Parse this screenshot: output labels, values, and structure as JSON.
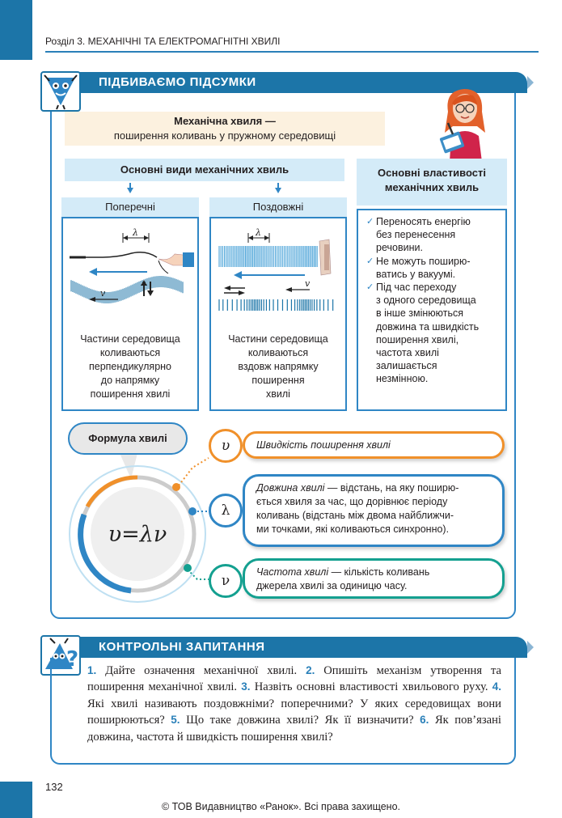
{
  "header": {
    "chapter": "Розділ 3. МЕХАНІЧНІ ТА ЕЛЕКТРОМАГНІТНІ ХВИЛІ"
  },
  "summary": {
    "section_title": "ПІДБИВАЄМО ПІДСУМКИ",
    "definition_title": "Механічна хвиля —",
    "definition_text": "поширення коливань у пружному середовищі",
    "types_title": "Основні види механічних хвиль",
    "transverse": {
      "label": "Поперечні",
      "lambda": "λ",
      "velocity": "v",
      "lines": [
        "Частини середовища",
        "коливаються",
        "перпендикулярно",
        "до напрямку",
        "поширення хвилі"
      ]
    },
    "longitudinal": {
      "label": "Поздовжні",
      "lambda": "λ",
      "velocity": "v",
      "lines": [
        "Частини середовища",
        "коливаються",
        "вздовж напрямку",
        "поширення",
        "хвилі"
      ]
    },
    "properties_title": [
      "Основні властивості",
      "механічних хвиль"
    ],
    "properties": [
      [
        "Переносять енергію",
        "без перенесення",
        "речовини."
      ],
      [
        "Не можуть поширю-",
        "ватись у вакуумі."
      ],
      [
        "Під час переходу",
        "з одного середовища",
        "в інше змінюються",
        "довжина та швидкість",
        "поширення хвилі,",
        "частота хвилі",
        "залишається",
        "незмінною."
      ]
    ]
  },
  "formula": {
    "tag": "Формула хвилі",
    "expression": "υ=λν",
    "symbols": {
      "v": "υ",
      "lambda": "λ",
      "nu": "ν"
    },
    "v_text": "Швидкість поширення хвилі",
    "lambda_term": "Довжина хвилі",
    "lambda_lines": [
      " — відстань, на яку поширю-",
      "ється хвиля за час, що дорівнює періоду",
      "коливань (відстань між двома найближчи-",
      "ми точками, які коливаються синхронно)."
    ],
    "nu_term": "Частота хвилі",
    "nu_lines": [
      " — кількість коливань",
      "джерела хвилі за одиницю часу."
    ]
  },
  "questions": {
    "section_title": "КОНТРОЛЬНІ ЗАПИТАННЯ",
    "items": [
      {
        "num": "1.",
        "text": " Дайте означення механічної хвилі. "
      },
      {
        "num": "2.",
        "text": " Опишіть механізм утворення та поширення механічної хвилі. "
      },
      {
        "num": "3.",
        "text": " Назвіть основні властивості хвильового руху. "
      },
      {
        "num": "4.",
        "text": " Які хвилі називають поздовжніми? поперечними? У яких середовищах вони поширюються? "
      },
      {
        "num": "5.",
        "text": " Що таке довжина хвилі? Як її визначити? "
      },
      {
        "num": "6.",
        "text": " Як пов’язані довжина, частота й швидкість поширення хвилі?"
      }
    ]
  },
  "footer": {
    "page_number": "132",
    "copyright": "© ТОВ Видавництво «Ранок». Всі права захищено."
  },
  "colors": {
    "primary_blue": "#1c75a8",
    "accent_orange": "#f0902a",
    "accent_teal": "#14a090",
    "light_blue": "#d4ebf8",
    "light_peach": "#fcf1df"
  }
}
